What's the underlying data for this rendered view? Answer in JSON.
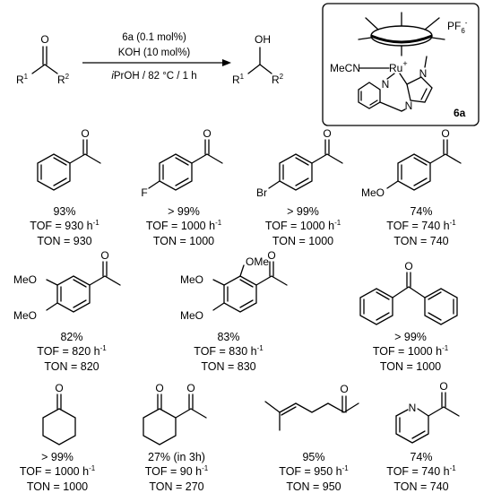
{
  "scheme": {
    "reactant_O": "O",
    "R1": "R",
    "R1_sup": "1",
    "R2": "R",
    "R2_sup": "2",
    "product_OH": "OH",
    "condition_catalyst": "6a (0.1 mol%)",
    "condition_base": "KOH (10 mol%)",
    "condition_solvent": "i",
    "condition_rest": "PrOH / 82 °C / 1 h"
  },
  "catalyst": {
    "counterion": "PF",
    "counterion_sub": "6",
    "counterion_sup": "-",
    "ligand": "MeCN",
    "metal": "Ru",
    "metal_charge": "+",
    "N_pyridine": "N",
    "N_imidazole_1": "N",
    "N_imidazole_2": "N",
    "label": "6a"
  },
  "substrates": [
    {
      "yield": "93%",
      "tof": "TOF = 930 h",
      "ton": "TON = 930"
    },
    {
      "yield": "> 99%",
      "tof": "TOF = 1000 h",
      "ton": "TON = 1000",
      "sub": "F"
    },
    {
      "yield": "> 99%",
      "tof": "TOF = 1000 h",
      "ton": "TON = 1000",
      "sub": "Br"
    },
    {
      "yield": "74%",
      "tof": "TOF = 740 h",
      "ton": "TON = 740",
      "sub": "MeO"
    },
    {
      "yield": "82%",
      "tof": "TOF = 820 h",
      "ton": "TON = 820",
      "sub1": "MeO",
      "sub2": "MeO"
    },
    {
      "yield": "83%",
      "tof": "TOF = 830 h",
      "ton": "TON = 830",
      "sub1": "OMe",
      "sub2": "MeO",
      "sub3": "MeO"
    },
    {
      "yield": "> 99%",
      "tof": "TOF = 1000 h",
      "ton": "TON = 1000"
    },
    {
      "yield": "> 99%",
      "tof": "TOF = 1000 h",
      "ton": "TON = 1000"
    },
    {
      "yield": "27% (in 3h)",
      "tof": "TOF = 90 h",
      "ton": "TON = 270"
    },
    {
      "yield": "95%",
      "tof": "TOF = 950 h",
      "ton": "TON = 950"
    },
    {
      "yield": "74%",
      "tof": "TOF = 740 h",
      "ton": "TON = 740",
      "n": "N"
    }
  ],
  "tof_unit_sup": "-1",
  "carbonyl_O": "O"
}
